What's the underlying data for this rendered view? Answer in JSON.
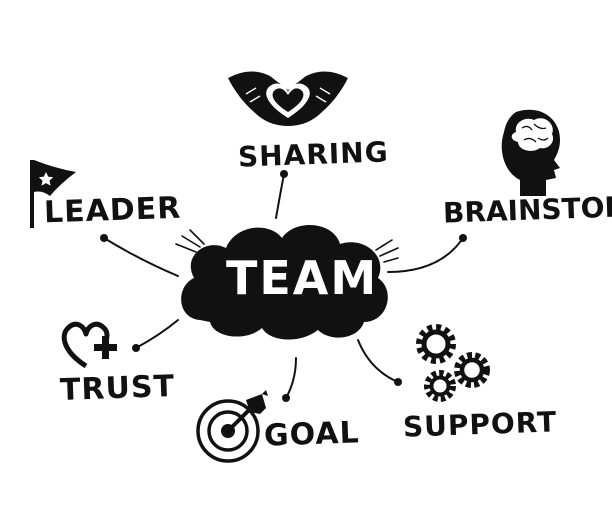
{
  "center": {
    "label": "TEAM"
  },
  "nodes": {
    "sharing": {
      "label": "SHARING",
      "icon": "heart-hands-icon"
    },
    "leader": {
      "label": "LEADER",
      "icon": "flag-star-icon"
    },
    "brainstorm": {
      "label": "BRAINSTORM",
      "icon": "head-brain-icon"
    },
    "trust": {
      "label": "TRUST",
      "icon": "heart-plus-icon"
    },
    "goal": {
      "label": "GOAL",
      "icon": "target-arrow-icon"
    },
    "support": {
      "label": "SUPPORT",
      "icon": "gears-icon"
    }
  },
  "colors": {
    "ink": "#111111",
    "paper": "#ffffff"
  }
}
